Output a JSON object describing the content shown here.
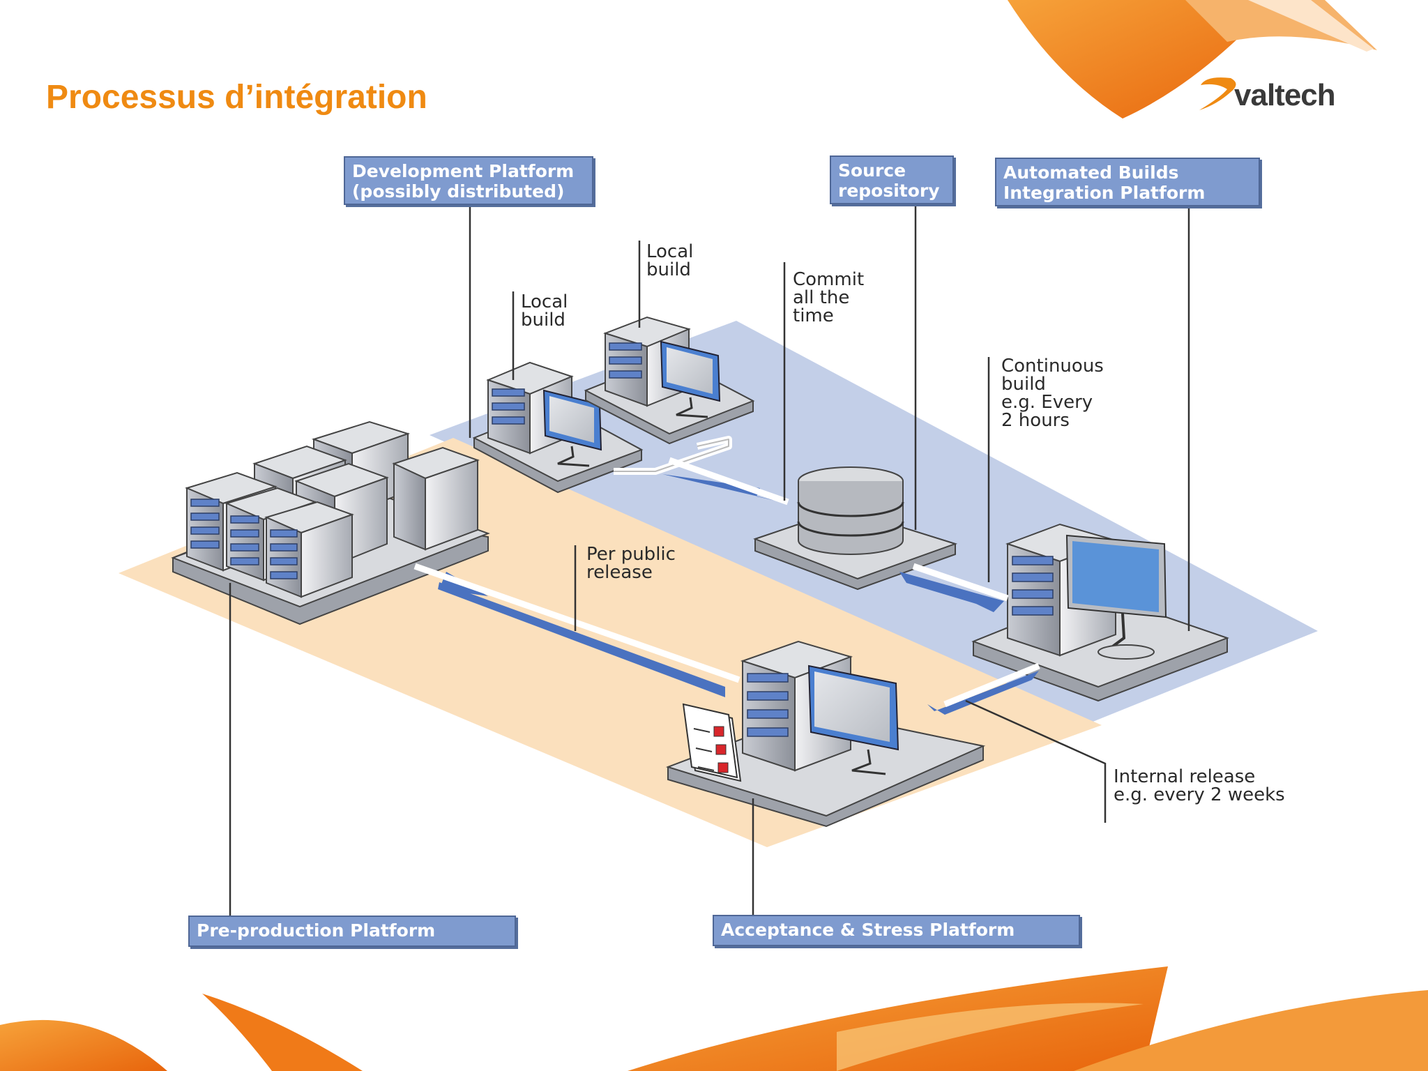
{
  "slide": {
    "title": "Processus d’intégration",
    "logo_text": "valtech",
    "accent_color": "#ef8a12"
  },
  "diagram": {
    "platform_labels": {
      "development": "Development Platform\n(possibly distributed)",
      "source_repository": "Source\nrepository",
      "automated_builds": "Automated Builds\nIntegration Platform",
      "preproduction": "Pre-production Platform",
      "acceptance": "Acceptance & Stress Platform"
    },
    "notes": {
      "local_build_1": "Local\nbuild",
      "local_build_2": "Local\nbuild",
      "commit": "Commit\nall the\ntime",
      "continuous_build": "Continuous\nbuild\ne.g. Every\n2 hours",
      "per_public_release": "Per public\nrelease",
      "internal_release": "Internal release\ne.g. every 2 weeks"
    },
    "colors": {
      "label_box": "#7f9bcf",
      "blue_zone": "#c3cfe8",
      "orange_zone": "#fbe0bd",
      "arrow": "#4a72c0",
      "monitor": "#4a7fd0"
    }
  }
}
